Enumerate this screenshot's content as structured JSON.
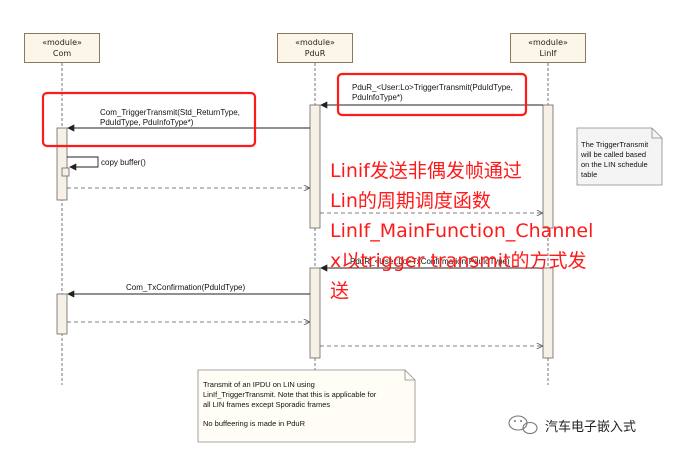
{
  "lifelines": [
    {
      "stereotype": "«module»",
      "name": "Com"
    },
    {
      "stereotype": "«module»",
      "name": "PduR"
    },
    {
      "stereotype": "«module»",
      "name": "LinIf"
    }
  ],
  "messages": {
    "trigger_transmit_linif_line1": "PduR_<User:Lo>TriggerTransmit(PduIdType,",
    "trigger_transmit_linif_line2": "PduInfoType*)",
    "trigger_transmit_com_line1": "Com_TriggerTransmit(Std_ReturnType,",
    "trigger_transmit_com_line2": "PduIdType, PduInfoType*)",
    "copy_buffer": "copy buffer()",
    "tx_confirmation_linif": "PduR_<User:Lo>TxConfirmation(PduIdType)",
    "tx_confirmation_com": "Com_TxConfirmation(PduIdType)"
  },
  "notes": {
    "linif_note_line1": "The TriggerTransmit",
    "linif_note_line2": "will be called based",
    "linif_note_line3": "on the LIN schedule",
    "linif_note_line4": "table",
    "bottom_line1": "Transmit of an IPDU on LIN using",
    "bottom_line2": "LinIf_TriggerTransmit. Note that this is applicable for",
    "bottom_line3": "all LIN frames except Sporadic frames",
    "bottom_line4": "No buffeering is made in PduR"
  },
  "annotation": {
    "line1": "Linif发送非偶发帧通过",
    "line2": "Lin的周期调度函数",
    "line3": "LinIf_MainFunction_Channel",
    "line4": "x以trigger transmit的方式发",
    "line5": "送"
  },
  "watermark": "汽车电子嵌入式",
  "colors": {
    "annotation_red": "#ff1a1a",
    "box_fill": "#fbf6e8",
    "activation_fill": "#f6f1e4"
  }
}
